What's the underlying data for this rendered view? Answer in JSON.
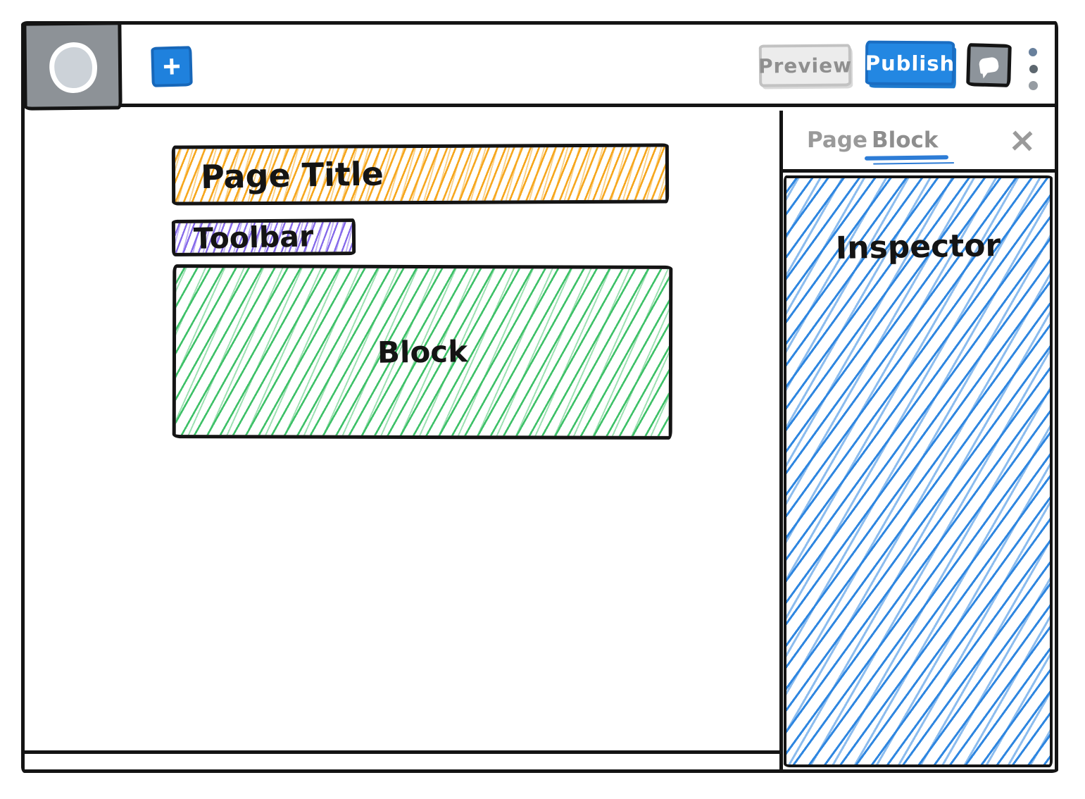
{
  "topbar": {
    "plus_icon": "+",
    "preview_label": "Preview",
    "publish_label": "Publish"
  },
  "canvas": {
    "page_title_label": "Page Title",
    "toolbar_label": "Toolbar",
    "block_label": "Block"
  },
  "inspector": {
    "tabs": [
      {
        "label": "Page",
        "active": false
      },
      {
        "label": "Block",
        "active": true
      }
    ],
    "close_icon": "×",
    "body_label": "Inspector"
  },
  "colors": {
    "sketch_ink": "#141414",
    "accent_blue": "#2387e2",
    "hatch_orange": "#f6a71e",
    "hatch_purple": "#8468ea",
    "hatch_green": "#3ec168",
    "hatch_blue": "#2e86e0",
    "muted_gray": "#9a9a9a",
    "logo_gray": "#8d9297"
  }
}
